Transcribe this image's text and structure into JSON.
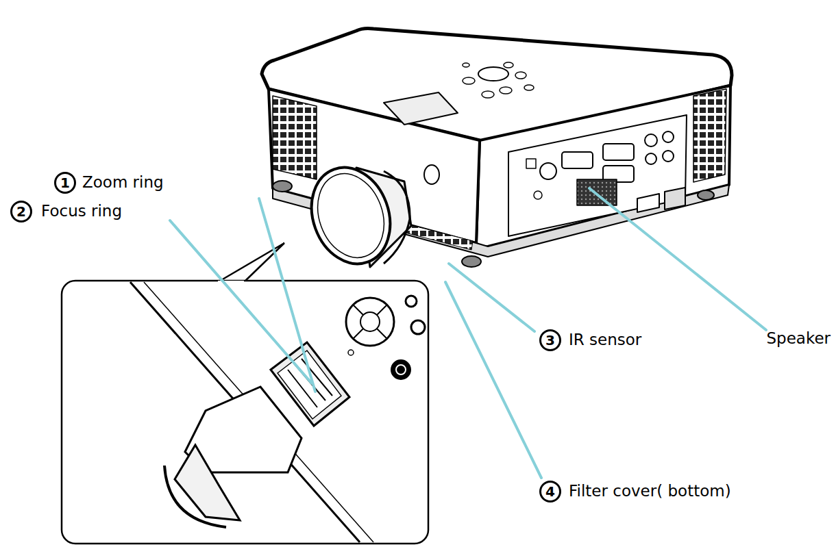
{
  "diagram": {
    "nodes": [
      {
        "text": [
          "1"
        ]
      },
      {
        "text": [
          "2"
        ]
      },
      {
        "text": [
          "3"
        ]
      },
      {
        "text": [
          "4"
        ]
      }
    ],
    "labels": [
      "Zoom ring",
      "Focus ring",
      "IR sensor",
      "Filter cover( bottom)",
      "Speaker"
    ]
  }
}
